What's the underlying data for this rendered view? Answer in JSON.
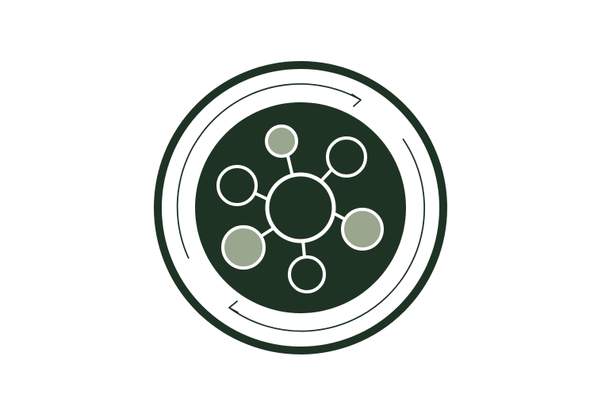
{
  "emblem": {
    "icon": "network-hub-icon",
    "colors": {
      "background": "#ffffff",
      "primary": "#1f3325",
      "accent": "#9ba68f",
      "outline": "#ffffff"
    },
    "rotation_arrows": [
      "clockwise-arrow-top",
      "clockwise-arrow-bottom"
    ],
    "nodes": [
      {
        "name": "node-top",
        "fill": "accent"
      },
      {
        "name": "node-top-right",
        "fill": "primary"
      },
      {
        "name": "node-left",
        "fill": "primary"
      },
      {
        "name": "node-right",
        "fill": "accent"
      },
      {
        "name": "node-bottom-left",
        "fill": "accent"
      },
      {
        "name": "node-bottom",
        "fill": "primary"
      }
    ]
  }
}
